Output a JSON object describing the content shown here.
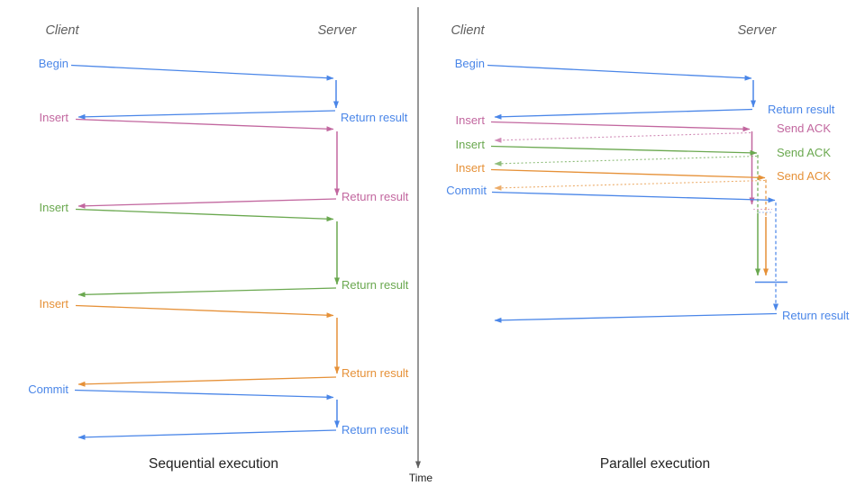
{
  "colors": {
    "blue": "#4a86e8",
    "pink": "#c2679f",
    "green": "#6aa84f",
    "orange": "#e69138",
    "gray": "#5f5f5f",
    "text": "#222222"
  },
  "divider": {
    "time_label": "Time"
  },
  "sequential": {
    "title": "Sequential execution",
    "client": "Client",
    "server": "Server",
    "rows": [
      {
        "op": "Begin",
        "result": "Return result"
      },
      {
        "op": "Insert",
        "result": "Return result"
      },
      {
        "op": "Insert",
        "result": "Return result"
      },
      {
        "op": "Insert",
        "result": "Return result"
      },
      {
        "op": "Commit",
        "result": "Return result"
      }
    ]
  },
  "parallel": {
    "title": "Parallel execution",
    "client": "Client",
    "server": "Server",
    "rows": [
      {
        "op": "Begin",
        "result": "Return result"
      },
      {
        "op": "Insert",
        "result": "Send ACK"
      },
      {
        "op": "Insert",
        "result": "Send ACK"
      },
      {
        "op": "Insert",
        "result": "Send ACK"
      },
      {
        "op": "Commit",
        "result": "Return result"
      }
    ]
  }
}
